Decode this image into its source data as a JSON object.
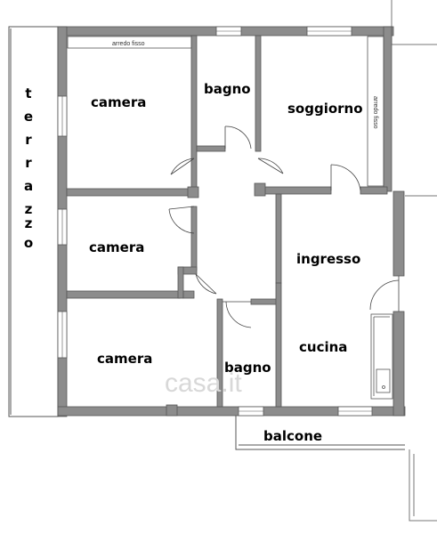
{
  "rooms": {
    "camera_top": "camera",
    "camera_mid": "camera",
    "camera_bottom": "camera",
    "bagno_top": "bagno",
    "bagno_bottom": "bagno",
    "soggiorno": "soggiorno",
    "ingresso": "ingresso",
    "cucina": "cucina",
    "balcone": "balcone"
  },
  "terrace_letters": [
    "t",
    "e",
    "r",
    "r",
    "a",
    "z",
    "z",
    "o"
  ],
  "notes": {
    "fixed_furniture_top": "arredo fisso",
    "fixed_furniture_side": "arredo fisso"
  },
  "watermark": "casa.it",
  "colors": {
    "wall": "#8c8c8c",
    "wall_edge": "#555555",
    "line": "#444444"
  }
}
